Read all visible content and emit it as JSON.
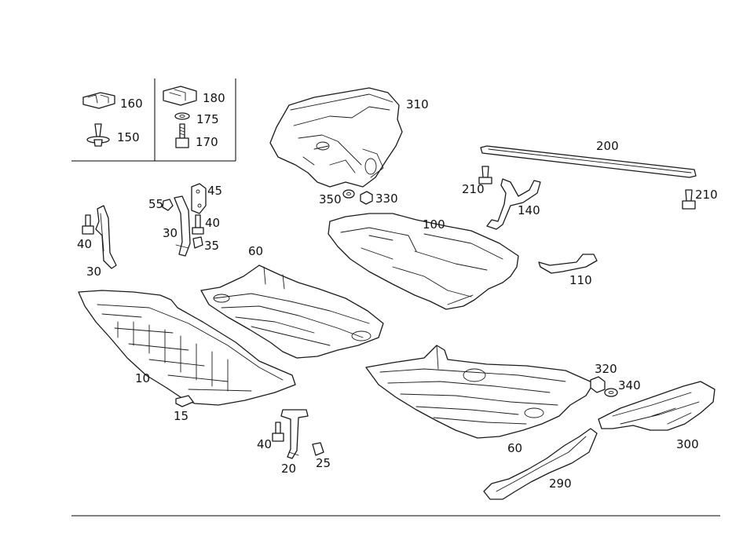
{
  "labels": {
    "l160": "160",
    "l150": "150",
    "l180": "180",
    "l175": "175",
    "l170": "170",
    "l310": "310",
    "l350": "350",
    "l330": "330",
    "l200": "200",
    "l210a": "210",
    "l210b": "210",
    "l140": "140",
    "l55": "55",
    "l45": "45",
    "l30a": "30",
    "l40a": "40",
    "l35": "35",
    "l40b": "40",
    "l30b": "30",
    "l100": "100",
    "l110": "110",
    "l60a": "60",
    "l10": "10",
    "l15": "15",
    "l40c": "40",
    "l20": "20",
    "l25": "25",
    "l320": "320",
    "l340": "340",
    "l300": "300",
    "l60b": "60",
    "l290": "290"
  }
}
